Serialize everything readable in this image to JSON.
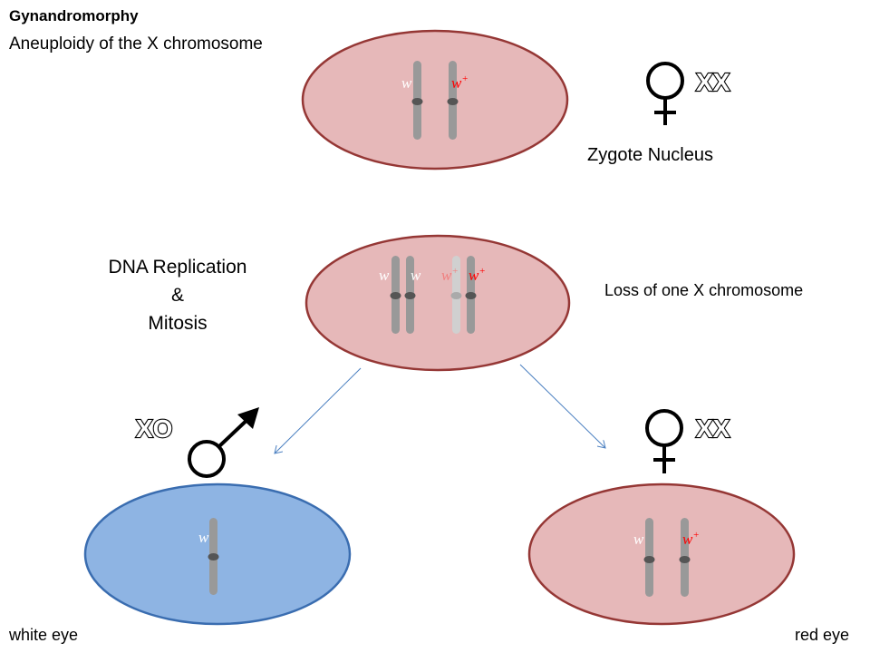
{
  "title": "Gynandromorphy",
  "subtitle": "Aneuploidy of the X chromosome",
  "zygote": {
    "label": "Zygote Nucleus",
    "karyotype": "XX",
    "alleles": [
      "w",
      "w",
      "+"
    ]
  },
  "middle": {
    "step_line1": "DNA Replication",
    "step_line2": "&",
    "step_line3": "Mitosis",
    "note": "Loss of one X chromosome",
    "alleles": [
      "w",
      "w",
      "w",
      "+",
      "w",
      "+"
    ]
  },
  "male_cell": {
    "karyotype": "XO",
    "allele": "w",
    "caption": "white eye"
  },
  "female_cell": {
    "karyotype": "XX",
    "alleles": [
      "w",
      "w",
      "+"
    ],
    "caption": "red eye"
  },
  "colors": {
    "female_fill": "#e6b8b9",
    "female_stroke": "#953735",
    "male_fill": "#8eb4e3",
    "male_stroke": "#3a6db0",
    "chromosome": "#999999",
    "chromosome_faded": "#d0d0d0",
    "centromere": "#555555",
    "allele_w": "#ffffff",
    "allele_wplus": "#ff0000",
    "allele_wplus_faded": "#f08080",
    "arrow": "#4a7fc0"
  }
}
